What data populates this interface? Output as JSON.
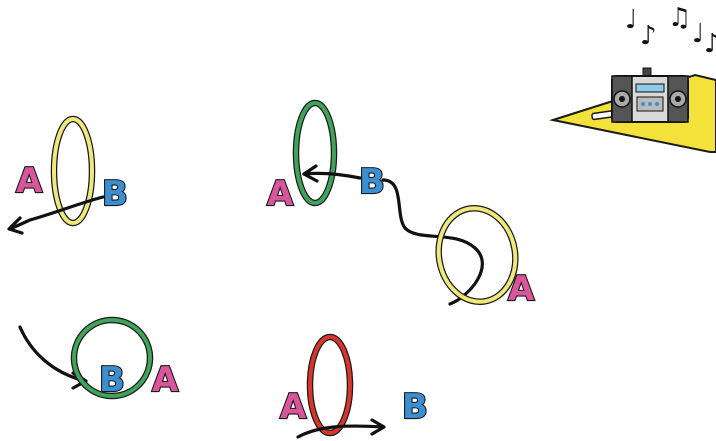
{
  "colors": {
    "letter_a": "#d9559c",
    "letter_b": "#3b8fd1",
    "hoop_yellow": "#efe87a",
    "hoop_green": "#3fa35a",
    "hoop_red": "#d8352c",
    "mat": "#f2e23a",
    "outline": "#1a1a1a"
  },
  "scenes": [
    {
      "id": "scene-1",
      "hoop_color": "yellow",
      "letters": [
        "A",
        "B"
      ]
    },
    {
      "id": "scene-2",
      "hoop_color": "green",
      "letters": [
        "A",
        "B"
      ]
    },
    {
      "id": "scene-3",
      "hoop_color": "yellow",
      "letters": [
        "A"
      ]
    },
    {
      "id": "scene-4",
      "hoop_color": "green",
      "letters": [
        "B",
        "A"
      ]
    },
    {
      "id": "scene-5",
      "hoop_color": "red",
      "letters": [
        "A",
        "B"
      ]
    }
  ],
  "labels": {
    "a": "A",
    "b": "B"
  },
  "music_icon": "music-notes-icon",
  "boombox_icon": "boombox-icon"
}
